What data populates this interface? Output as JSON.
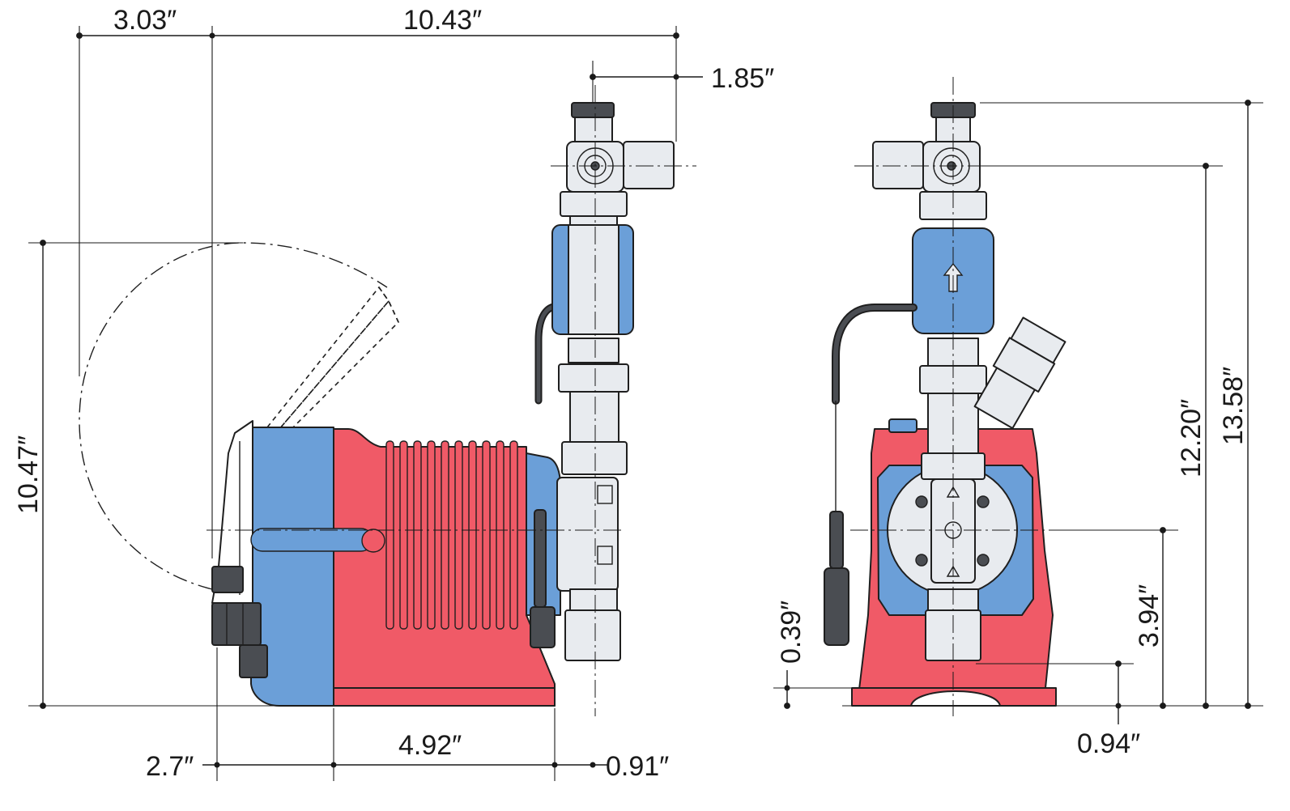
{
  "colors": {
    "red": "#f05a67",
    "blue": "#6b9fd8",
    "light_gray": "#e8ebef",
    "dark_gray": "#4a4d52",
    "line": "#1f1f1f"
  },
  "dimensions": {
    "d_3_03": "3.03″",
    "d_10_43": "10.43″",
    "d_1_85": "1.85″",
    "d_10_47": "10.47″",
    "d_2_7": "2.7″",
    "d_4_92": "4.92″",
    "d_0_91": "0.91″",
    "d_13_58": "13.58″",
    "d_12_20": "12.20″",
    "d_3_94": "3.94″",
    "d_0_39": "0.39″",
    "d_0_94": "0.94″"
  }
}
